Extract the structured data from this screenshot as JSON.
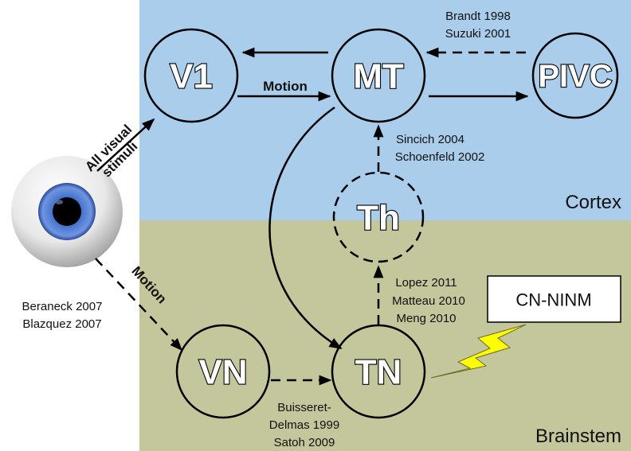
{
  "nodes": {
    "v1": "V1",
    "mt": "MT",
    "pivc": "PIVC",
    "th": "Th",
    "vn": "VN",
    "tn": "TN"
  },
  "regions": {
    "cortex": "Cortex",
    "brainstem": "Brainstem"
  },
  "box_label": "CN-NINM",
  "arrow_labels": {
    "all_visual_line1": "All visual",
    "all_visual_line2": "stimuli",
    "motion_cortex": "Motion",
    "motion_eye": "Motion"
  },
  "citations": {
    "mt_pivc": [
      "Brandt 1998",
      "Suzuki 2001"
    ],
    "th_mt": [
      "Sincich 2004",
      "Schoenfeld 2002"
    ],
    "tn_th": [
      "Lopez 2011",
      "Matteau 2010",
      "Meng 2010"
    ],
    "eye_vn": [
      "Beraneck 2007",
      "Blazquez 2007"
    ],
    "vn_tn": [
      "Buisseret-",
      "Delmas 1999",
      "Satoh 2009"
    ]
  },
  "colors": {
    "cortex_bg": "#a9cdea",
    "brainstem_bg": "#c4c69b",
    "lightning": "#ffff00",
    "iris": "#4a78d0"
  },
  "icons": {
    "eye": "eyeball-icon",
    "lightning": "lightning-bolt-icon"
  }
}
